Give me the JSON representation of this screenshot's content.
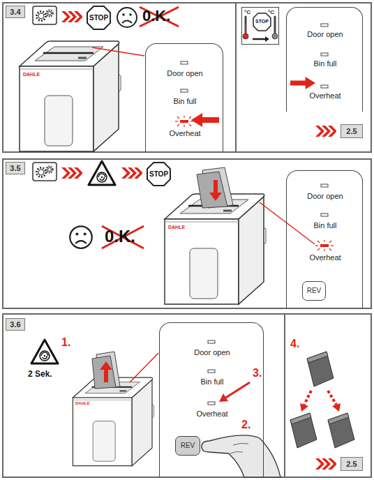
{
  "diagram": {
    "nodes": [
      {
        "text": [
          "3.4"
        ]
      },
      {
        "text": [
          "STOP"
        ]
      },
      {
        "text": [
          "Door open",
          "Bin full",
          "Overheat"
        ]
      },
      {
        "text": [
          "°C",
          "°C"
        ]
      },
      {
        "text": [
          "STOP"
        ],
        "in": 3
      },
      {
        "text": [
          "Door open",
          "Bin full",
          "Overheat"
        ]
      },
      {
        "text": [
          "2.5"
        ]
      },
      {
        "text": [
          "3.5"
        ]
      },
      {
        "text": [
          "STOP"
        ]
      },
      {
        "text": [
          "Door open",
          "Bin full",
          "Overheat"
        ]
      },
      {
        "text": [
          "REV"
        ],
        "in": 9
      },
      {
        "text": [
          "3.6"
        ]
      },
      {
        "text": [
          "Door open",
          "Bin full",
          "Overheat"
        ]
      },
      {
        "text": [
          "REV"
        ],
        "in": 12
      },
      {
        "text": [
          "2.5"
        ]
      }
    ],
    "labels": [
      "0.K.",
      "DAHLE",
      "0.K.",
      "DAHLE",
      "1.",
      "2 Sek.",
      "DAHLE",
      "3.",
      "2.",
      "4."
    ]
  }
}
